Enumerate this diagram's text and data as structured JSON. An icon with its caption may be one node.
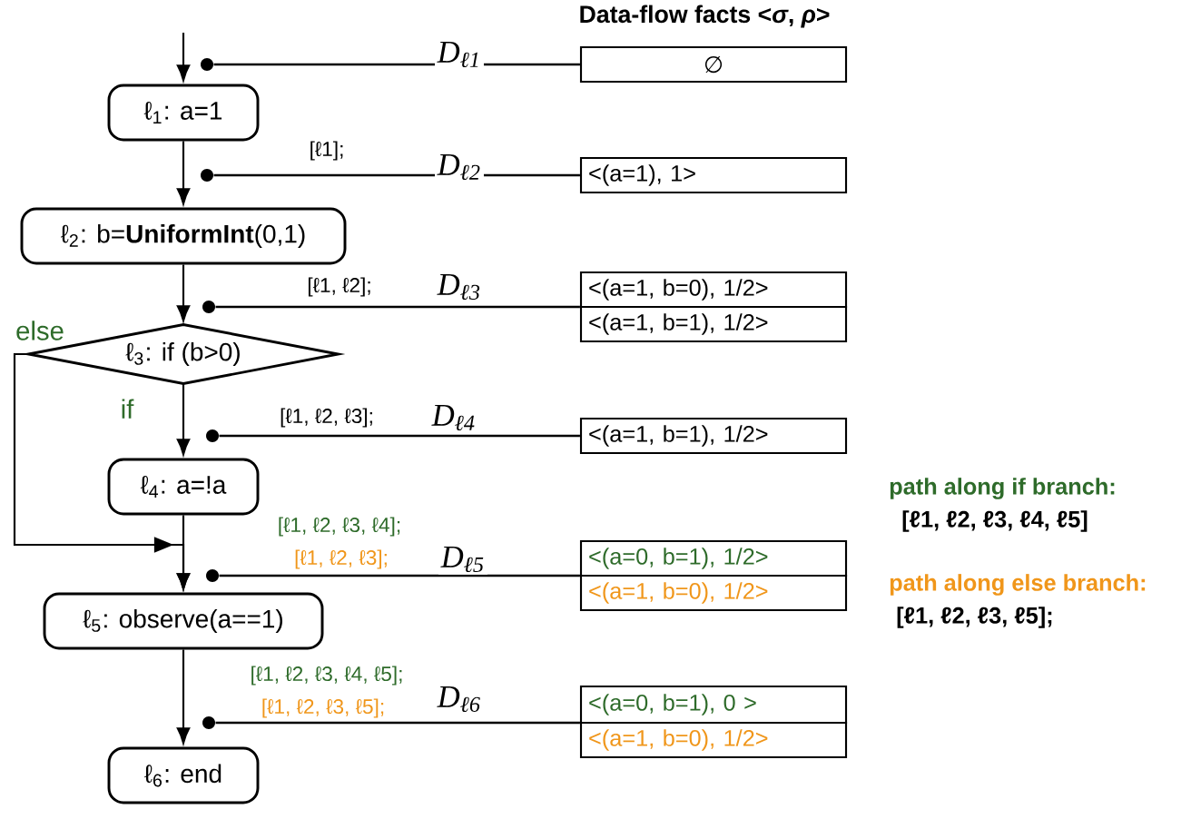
{
  "diagram": {
    "title": "Data-flow facts <*σ*,  *ρ*>",
    "nodes": [
      {
        "text": [
          "ℓ$_{1}$: a=1"
        ]
      },
      {
        "text": [
          "ℓ$_{2}$: b=**UniformInt**(0,1)"
        ]
      },
      {
        "text": [
          "ℓ$_{3}$: if (b>0)"
        ]
      },
      {
        "text": [
          "ℓ$_{4}$: a=!a"
        ]
      },
      {
        "text": [
          "ℓ$_{5}$: observe(a==1)"
        ]
      },
      {
        "text": [
          "ℓ$_{6}$: end"
        ]
      },
      {
        "text": [
          "∅"
        ]
      },
      {
        "text": [
          "<(a=1), 1>"
        ]
      },
      {
        "text": [
          "<(a=1, b=0), 1/2>"
        ]
      },
      {
        "text": [
          "<(a=1, b=1), 1/2>"
        ]
      },
      {
        "text": [
          "<(a=1, b=1), 1/2>"
        ]
      },
      {
        "text": [
          "<(a=0, b=1), 1/2>"
        ]
      },
      {
        "text": [
          "<(a=1, b=0), 1/2>"
        ]
      },
      {
        "text": [
          "<(a=0, b=1),   0 >"
        ]
      },
      {
        "text": [
          "<(a=1, b=0), 1/2>"
        ]
      },
      {
        "text": [],
        "shape": "circle"
      },
      {
        "text": [],
        "shape": "circle"
      },
      {
        "text": [],
        "shape": "circle"
      },
      {
        "text": [],
        "shape": "circle"
      },
      {
        "text": [],
        "shape": "circle"
      },
      {
        "text": [],
        "shape": "circle"
      }
    ],
    "edges": [
      {
        "from": null,
        "to": 0,
        "arrow": "to"
      },
      {
        "from": 0,
        "to": 1,
        "arrow": "to"
      },
      {
        "from": 1,
        "to": 2,
        "arrow": "to"
      },
      {
        "from": 2,
        "to": 3,
        "arrow": "to",
        "label": "if"
      },
      {
        "from": 2,
        "to": 4,
        "arrow": "to",
        "label": "else"
      },
      {
        "from": 3,
        "to": 4,
        "arrow": "to"
      },
      {
        "from": 4,
        "to": 5,
        "arrow": "to"
      },
      {
        "from": 15,
        "to": 6,
        "arrow": "none",
        "label": "D$_{ℓ1}$"
      },
      {
        "from": 16,
        "to": 7,
        "arrow": "none",
        "label": "D$_{ℓ2}$"
      },
      {
        "from": 17,
        "to": 8,
        "arrow": "none",
        "label": "D$_{ℓ3}$"
      },
      {
        "from": 17,
        "to": 9,
        "arrow": "none"
      },
      {
        "from": 18,
        "to": 10,
        "arrow": "none",
        "label": "D$_{ℓ4}$"
      },
      {
        "from": 19,
        "to": 11,
        "arrow": "none",
        "label": "D$_{ℓ5}$"
      },
      {
        "from": 19,
        "to": 12,
        "arrow": "none"
      },
      {
        "from": 20,
        "to": 13,
        "arrow": "none",
        "label": "D$_{ℓ6}$"
      },
      {
        "from": 20,
        "to": 14,
        "arrow": "none"
      }
    ],
    "labels": [
      "[ℓ1];",
      "[ℓ1, ℓ2];",
      "[ℓ1, ℓ2, ℓ3];",
      "path along if branch:",
      "[ℓ1, ℓ2, ℓ3, ℓ4, ℓ5]",
      "[ℓ1, ℓ2, ℓ3, ℓ4];",
      "[ℓ1, ℓ2, ℓ3];",
      "path along else branch:",
      "[ℓ1, ℓ2, ℓ3, ℓ5];",
      "[ℓ1, ℓ2, ℓ3, ℓ4, ℓ5];",
      "[ℓ1, ℓ2, ℓ3, ℓ5];"
    ]
  }
}
